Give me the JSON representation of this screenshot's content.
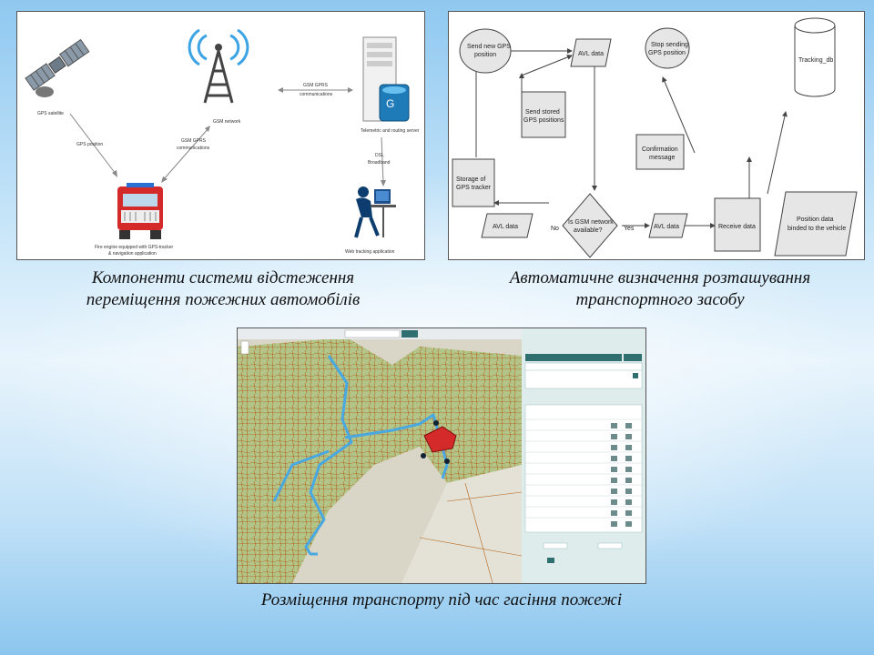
{
  "captions": {
    "components": "Компоненти системи відстеження переміщення пожежних автомобілів",
    "components_l1": "Компоненти системи відстеження",
    "components_l2": "переміщення пожежних автомобілів",
    "flowchart_l1": "Автоматичне визначення розташування",
    "flowchart_l2": "транспортного засобу",
    "map": "Розміщення транспорту під час гасіння пожежі"
  },
  "system_diagram": {
    "gps_satellite": "GPS satellite",
    "gps_position": "GPS position",
    "gsm_network": "GSM network",
    "gsm_gprs_1": "GSM GPRS",
    "gsm_gprs_1b": "communications",
    "gsm_gprs_2": "GSM GPRS",
    "gsm_gprs_2b": "communications",
    "server": "Telemetric and routing server",
    "dsl": "DSL",
    "dsl_b": "Broadband",
    "web_app": "Web tracking application",
    "fire_engine_l1": "Fire engine equipped with GPS-tracker",
    "fire_engine_l2": "& navigation application"
  },
  "flowchart": {
    "send_new_gps_1": "Send new GPS",
    "send_new_gps_2": "position",
    "avl_data_top": "AVL data",
    "stop_sending_1": "Stop sending",
    "stop_sending_2": "GPS position",
    "tracking_db": "Tracking_db",
    "send_stored_1": "Send stored",
    "send_stored_2": "GPS positions",
    "confirmation_1": "Confirmation",
    "confirmation_2": "message",
    "storage_1": "Storage of",
    "storage_2": "GPS tracker",
    "avl_data_left": "AVL data",
    "no_label": "No",
    "decision_1": "Is GSM network",
    "decision_2": "available?",
    "yes_label": "Yes",
    "avl_data_right": "AVL data",
    "receive_data": "Receive data",
    "position_data_1": "Position data",
    "position_data_2": "binded to the vehicle"
  },
  "colors": {
    "route": "#4aa8e0",
    "roads": "#b5651d",
    "forest": "#a8c27a",
    "sidebar": "#dfecec",
    "sidebar_header": "#2f6f6f",
    "fire": "#d42a2a"
  }
}
